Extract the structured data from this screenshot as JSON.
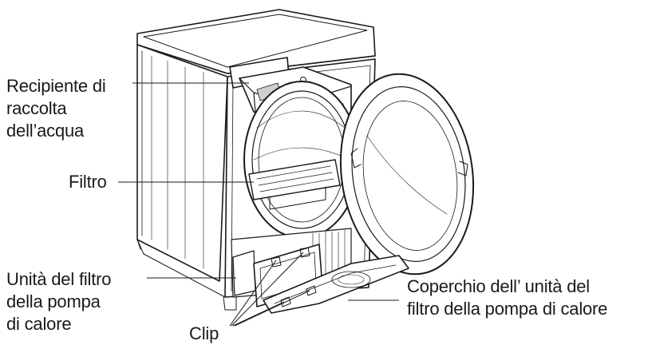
{
  "labels": {
    "water_container": [
      "Recipiente di",
      "raccolta",
      "dell’acqua"
    ],
    "filter": [
      "Filtro"
    ],
    "pump_filter_unit": [
      "Unità del filtro",
      "della pompa",
      "di calore"
    ],
    "pump_filter_cover": [
      "Coperchio dell’ unità del",
      "filtro della pompa di calore"
    ],
    "clip": [
      "Clip"
    ]
  },
  "colors": {
    "line": "#1a1a1a",
    "background": "#ffffff",
    "shade": "#cfcfcf"
  }
}
